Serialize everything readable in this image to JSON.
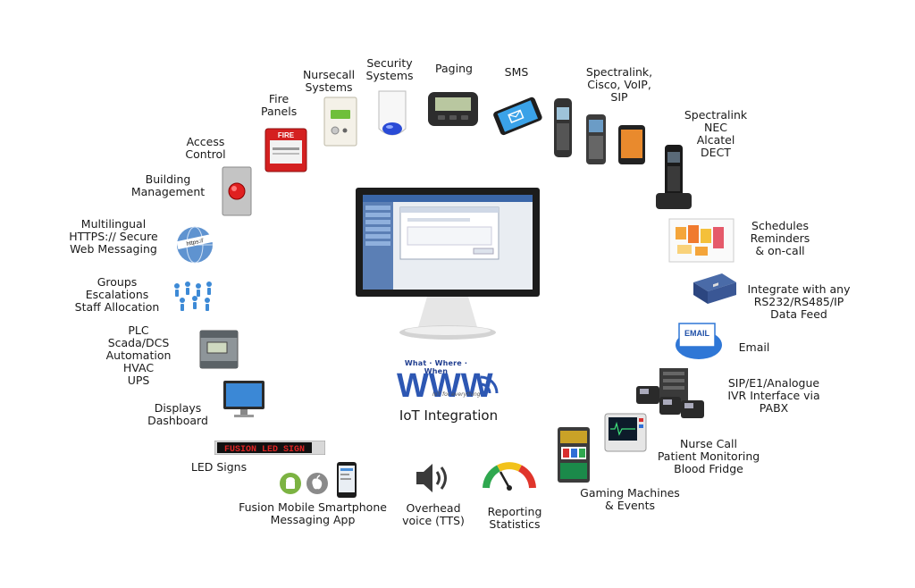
{
  "labels": {
    "fire_panels": [
      "Fire",
      "Panels"
    ],
    "nursecall": [
      "Nursecall",
      "Systems"
    ],
    "security": [
      "Security",
      "Systems"
    ],
    "paging": [
      "Paging"
    ],
    "sms": [
      "SMS"
    ],
    "spectralink_cisco": [
      "Spectralink,",
      "Cisco, VoIP,",
      "SIP"
    ],
    "spectralink_nec": [
      "Spectralink",
      "NEC",
      "Alcatel",
      "DECT"
    ],
    "access_control": [
      "Access",
      "Control"
    ],
    "building_mgmt": [
      "Building",
      "Management"
    ],
    "multilingual": [
      "Multilingual",
      "HTTPS:// Secure",
      "Web Messaging"
    ],
    "groups": [
      "Groups",
      "Escalations",
      "Staff Allocation"
    ],
    "plc": [
      "PLC",
      "Scada/DCS",
      "Automation",
      "HVAC",
      "UPS"
    ],
    "displays": [
      "Displays",
      "Dashboard"
    ],
    "led_signs": [
      "LED Signs"
    ],
    "fusion_mobile": [
      "Fusion Mobile Smartphone",
      "Messaging App"
    ],
    "overhead": [
      "Overhead",
      "voice (TTS)"
    ],
    "reporting": [
      "Reporting",
      "Statistics"
    ],
    "gaming": [
      "Gaming Machines",
      "& Events"
    ],
    "nurse_call": [
      "Nurse Call",
      "Patient Monitoring",
      "Blood Fridge"
    ],
    "sip": [
      "SIP/E1/Analogue",
      "IVR Interface via",
      "PABX"
    ],
    "email": [
      "Email"
    ],
    "integrate": [
      "Integrate with any",
      "RS232/RS485/IP",
      "Data Feed"
    ],
    "schedules": [
      "Schedules",
      "Reminders",
      "& on-call"
    ]
  },
  "center": {
    "brand_tagline": "What · Where · When",
    "brand_mark": "WWW",
    "brand_subtag": "IoT for everything",
    "title": "IoT Integration"
  },
  "icon_text": {
    "fire": "FIRE",
    "led_sign": "FUSION LED SIGN",
    "email": "EMAIL",
    "https": "https://"
  },
  "colors": {
    "brand_blue": "#1f3d8f",
    "fire_red": "#d42020",
    "led_red": "#e02424"
  }
}
